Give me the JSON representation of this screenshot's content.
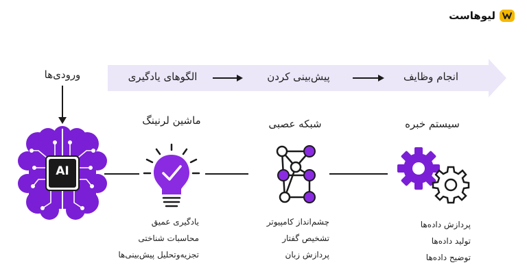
{
  "logo": {
    "text": "لیوهاست",
    "icon": "logo-mark-icon"
  },
  "inputs_label": "ورودی‌ها",
  "banner": {
    "color": "#ebe6f8",
    "steps": [
      "الگوهای یادگیری",
      "پیش‌بینی کردن",
      "انجام وظایف"
    ]
  },
  "brain": {
    "label": "AI",
    "color": "#7a1fd6"
  },
  "columns": [
    {
      "title": "ماشین لرنینگ",
      "icon": "lightbulb-check-icon",
      "items": [
        "یادگیری عمیق",
        "محاسبات شناختی",
        "تجزیه‌و‌تحلیل پیش‌بینی‌ها"
      ]
    },
    {
      "title": "شبکه عصبی",
      "icon": "neural-network-icon",
      "items": [
        "چشم‌انداز کامپیوتر",
        "تشخیص گفتار",
        "پردازش زبان"
      ]
    },
    {
      "title": "سیستم خبره",
      "icon": "gears-icon",
      "items": [
        "پردازش داده‌ها",
        "تولید داده‌ها",
        "توضیح داده‌ها"
      ]
    }
  ],
  "colors": {
    "purple": "#7a1fd6",
    "dark": "#1a1a1a",
    "banner": "#ebe6f8"
  }
}
